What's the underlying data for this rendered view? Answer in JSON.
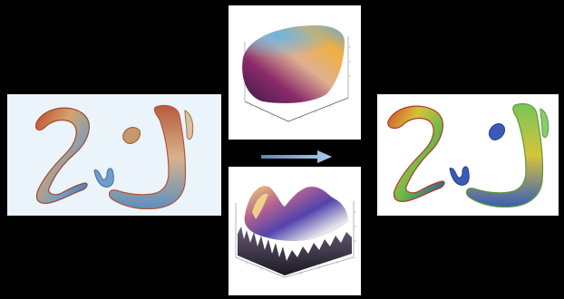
{
  "figure": {
    "panels": [
      {
        "id": "input-image",
        "description_icon": "stained-tissue-image"
      },
      {
        "id": "top-3d-color-distribution",
        "description_icon": "3d-scatter-plot-icon"
      },
      {
        "id": "bottom-3d-surface",
        "description_icon": "3d-surface-plot-icon"
      },
      {
        "id": "output-image",
        "description_icon": "classified-tissue-image"
      }
    ],
    "arrow_icon": "right-arrow-icon",
    "colors": {
      "background": "#000000",
      "left_panel_bg": "#eaf4fa",
      "right_panel_bg": "#ffffff",
      "arrow": "#8fb6e2"
    }
  }
}
